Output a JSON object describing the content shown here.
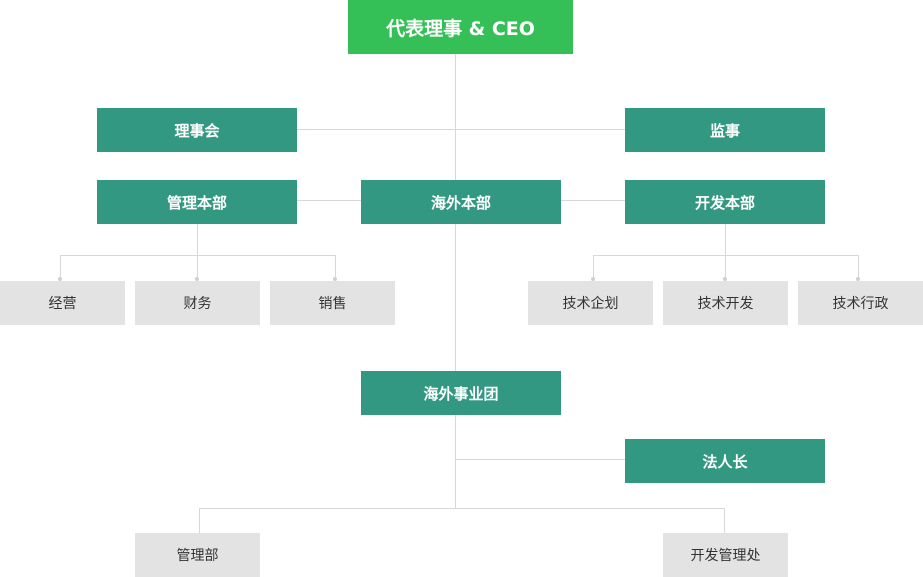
{
  "org_chart": {
    "ceo": "代表理事 & CEO",
    "board": "理事会",
    "auditor": "监事",
    "management_hq": "管理本部",
    "overseas_hq": "海外本部",
    "development_hq": "开发本部",
    "management_depts": [
      "经营",
      "财务",
      "销售"
    ],
    "development_depts": [
      "技术企划",
      "技术开发",
      "技术行政"
    ],
    "overseas_division": "海外事业团",
    "corporate_head": "法人长",
    "division_depts": [
      "管理部",
      "开发管理处"
    ]
  },
  "colors": {
    "ceo": "#34c057",
    "department": "#329882",
    "team": "#e3e3e3",
    "connector": "#d8d8d8"
  }
}
